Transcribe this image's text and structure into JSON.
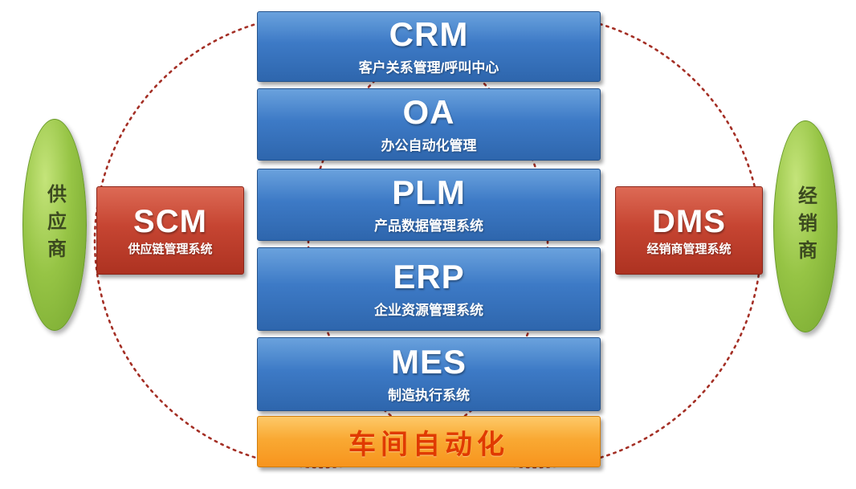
{
  "colors": {
    "blue_box": "#3d7ac6",
    "red_box": "#c64532",
    "orange_bar": "#f7941d",
    "orange_bar_text": "#e03a00",
    "green_ellipse": "#96c445",
    "venn_circle": "#a42f25",
    "background": "#ffffff"
  },
  "center_stack": [
    {
      "abbr": "CRM",
      "subtitle": "客户关系管理/呼叫中心"
    },
    {
      "abbr": "OA",
      "subtitle": "办公自动化管理"
    },
    {
      "abbr": "PLM",
      "subtitle": "产品数据管理系统"
    },
    {
      "abbr": "ERP",
      "subtitle": "企业资源管理系统"
    },
    {
      "abbr": "MES",
      "subtitle": "制造执行系统"
    }
  ],
  "bottom_bar": {
    "label": "车间自动化"
  },
  "left_box": {
    "abbr": "SCM",
    "subtitle": "供应链管理系统"
  },
  "right_box": {
    "abbr": "DMS",
    "subtitle": "经销商管理系统"
  },
  "left_ellipse": {
    "label": "供应商"
  },
  "right_ellipse": {
    "label": "经销商"
  }
}
